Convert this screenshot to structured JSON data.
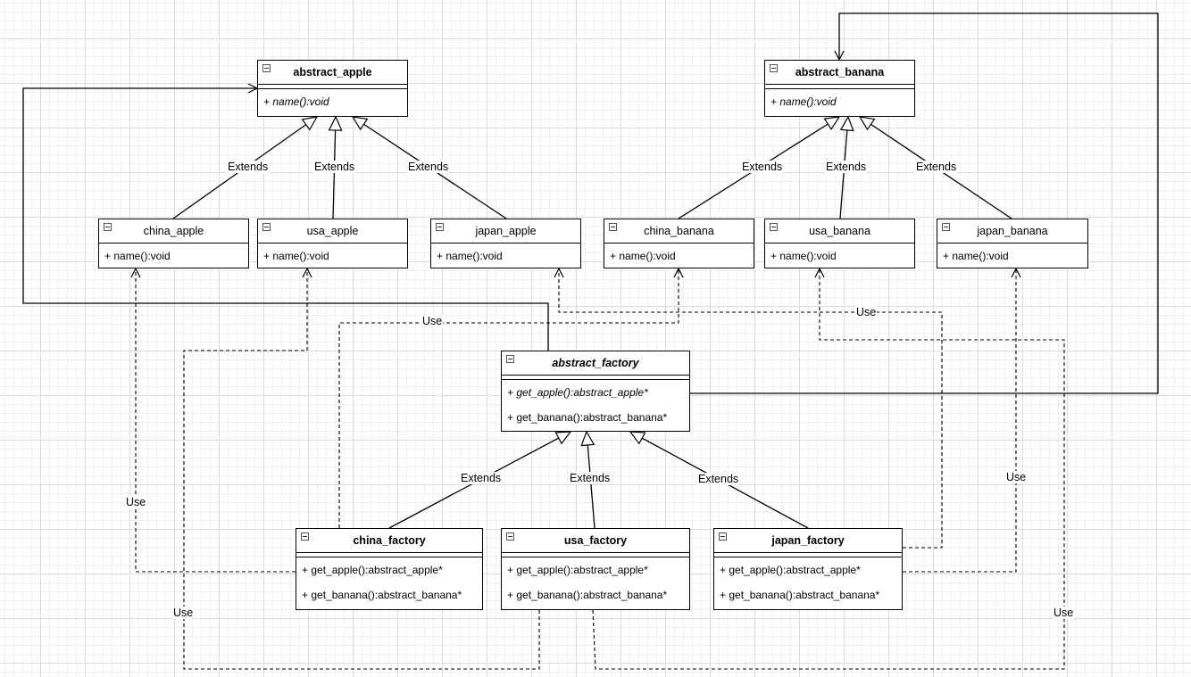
{
  "diagram": {
    "classes": [
      {
        "id": "abstract_apple",
        "name": "abstract_apple",
        "methods": [
          "+ name():void"
        ],
        "abstract": true
      },
      {
        "id": "abstract_banana",
        "name": "abstract_banana",
        "methods": [
          "+ name():void"
        ],
        "abstract": true
      },
      {
        "id": "china_apple",
        "name": "china_apple",
        "methods": [
          "+ name():void"
        ]
      },
      {
        "id": "usa_apple",
        "name": "usa_apple",
        "methods": [
          "+ name():void"
        ]
      },
      {
        "id": "japan_apple",
        "name": "japan_apple",
        "methods": [
          "+ name():void"
        ]
      },
      {
        "id": "china_banana",
        "name": "china_banana",
        "methods": [
          "+ name():void"
        ]
      },
      {
        "id": "usa_banana",
        "name": "usa_banana",
        "methods": [
          "+ name():void"
        ]
      },
      {
        "id": "japan_banana",
        "name": "japan_banana",
        "methods": [
          "+ name():void"
        ]
      },
      {
        "id": "abstract_factory",
        "name": "abstract_factory",
        "methods": [
          "+ get_apple():abstract_apple*",
          "+ get_banana():abstract_banana*"
        ],
        "abstract": true
      },
      {
        "id": "china_factory",
        "name": "china_factory",
        "methods": [
          "+ get_apple():abstract_apple*",
          "+ get_banana():abstract_banana*"
        ]
      },
      {
        "id": "usa_factory",
        "name": "usa_factory",
        "methods": [
          "+ get_apple():abstract_apple*",
          "+ get_banana():abstract_banana*"
        ]
      },
      {
        "id": "japan_factory",
        "name": "japan_factory",
        "methods": [
          "+ get_apple():abstract_apple*",
          "+ get_banana():abstract_banana*"
        ]
      }
    ],
    "relations": [
      {
        "type": "extends",
        "from": "china_apple",
        "to": "abstract_apple",
        "label": "Extends"
      },
      {
        "type": "extends",
        "from": "usa_apple",
        "to": "abstract_apple",
        "label": "Extends"
      },
      {
        "type": "extends",
        "from": "japan_apple",
        "to": "abstract_apple",
        "label": "Extends"
      },
      {
        "type": "extends",
        "from": "china_banana",
        "to": "abstract_banana",
        "label": "Extends"
      },
      {
        "type": "extends",
        "from": "usa_banana",
        "to": "abstract_banana",
        "label": "Extends"
      },
      {
        "type": "extends",
        "from": "japan_banana",
        "to": "abstract_banana",
        "label": "Extends"
      },
      {
        "type": "extends",
        "from": "china_factory",
        "to": "abstract_factory",
        "label": "Extends"
      },
      {
        "type": "extends",
        "from": "usa_factory",
        "to": "abstract_factory",
        "label": "Extends"
      },
      {
        "type": "extends",
        "from": "japan_factory",
        "to": "abstract_factory",
        "label": "Extends"
      },
      {
        "type": "association",
        "from": "abstract_factory",
        "to": "abstract_apple",
        "label": ""
      },
      {
        "type": "association",
        "from": "abstract_factory",
        "to": "abstract_banana",
        "label": ""
      },
      {
        "type": "use",
        "from": "china_factory",
        "to": "china_apple",
        "label": "Use"
      },
      {
        "type": "use",
        "from": "china_factory",
        "to": "china_banana",
        "label": "Use"
      },
      {
        "type": "use",
        "from": "usa_factory",
        "to": "usa_apple",
        "label": "Use"
      },
      {
        "type": "use",
        "from": "usa_factory",
        "to": "usa_banana",
        "label": "Use"
      },
      {
        "type": "use",
        "from": "japan_factory",
        "to": "japan_apple",
        "label": "Use"
      },
      {
        "type": "use",
        "from": "japan_factory",
        "to": "japan_banana",
        "label": "Use"
      }
    ]
  },
  "colors": {
    "line": "#000000",
    "grid": "#dcdcdc",
    "background": "#ffffff"
  }
}
